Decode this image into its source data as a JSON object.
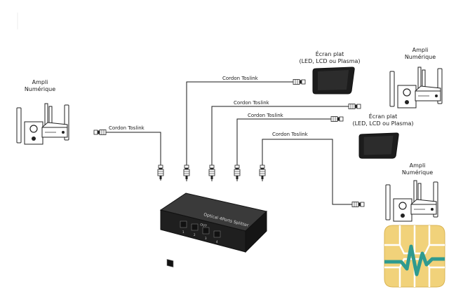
{
  "labels": {
    "cable": "Cordon Toslink",
    "amp_line1": "Ampli",
    "amp_line2": "Numérique",
    "screen_line1": "Écran plat",
    "screen_line2": "(LED, LCD ou Plasma)",
    "splitter_name": "Optical 4Ports Splitter",
    "splitter_out": "OUT",
    "port_numbers": [
      "1",
      "2",
      "3",
      "4"
    ]
  },
  "colors": {
    "line": "#1a1a1a",
    "device_body": "#2a2a2a",
    "device_top": "#3a3a3a",
    "logo_fill": "#f1d27a",
    "logo_wave": "#2f9a8f"
  },
  "icons": [
    "speaker-set-icon",
    "flat-screen-icon",
    "toslink-connector-icon",
    "splitter-box-icon",
    "waveform-logo-icon"
  ]
}
